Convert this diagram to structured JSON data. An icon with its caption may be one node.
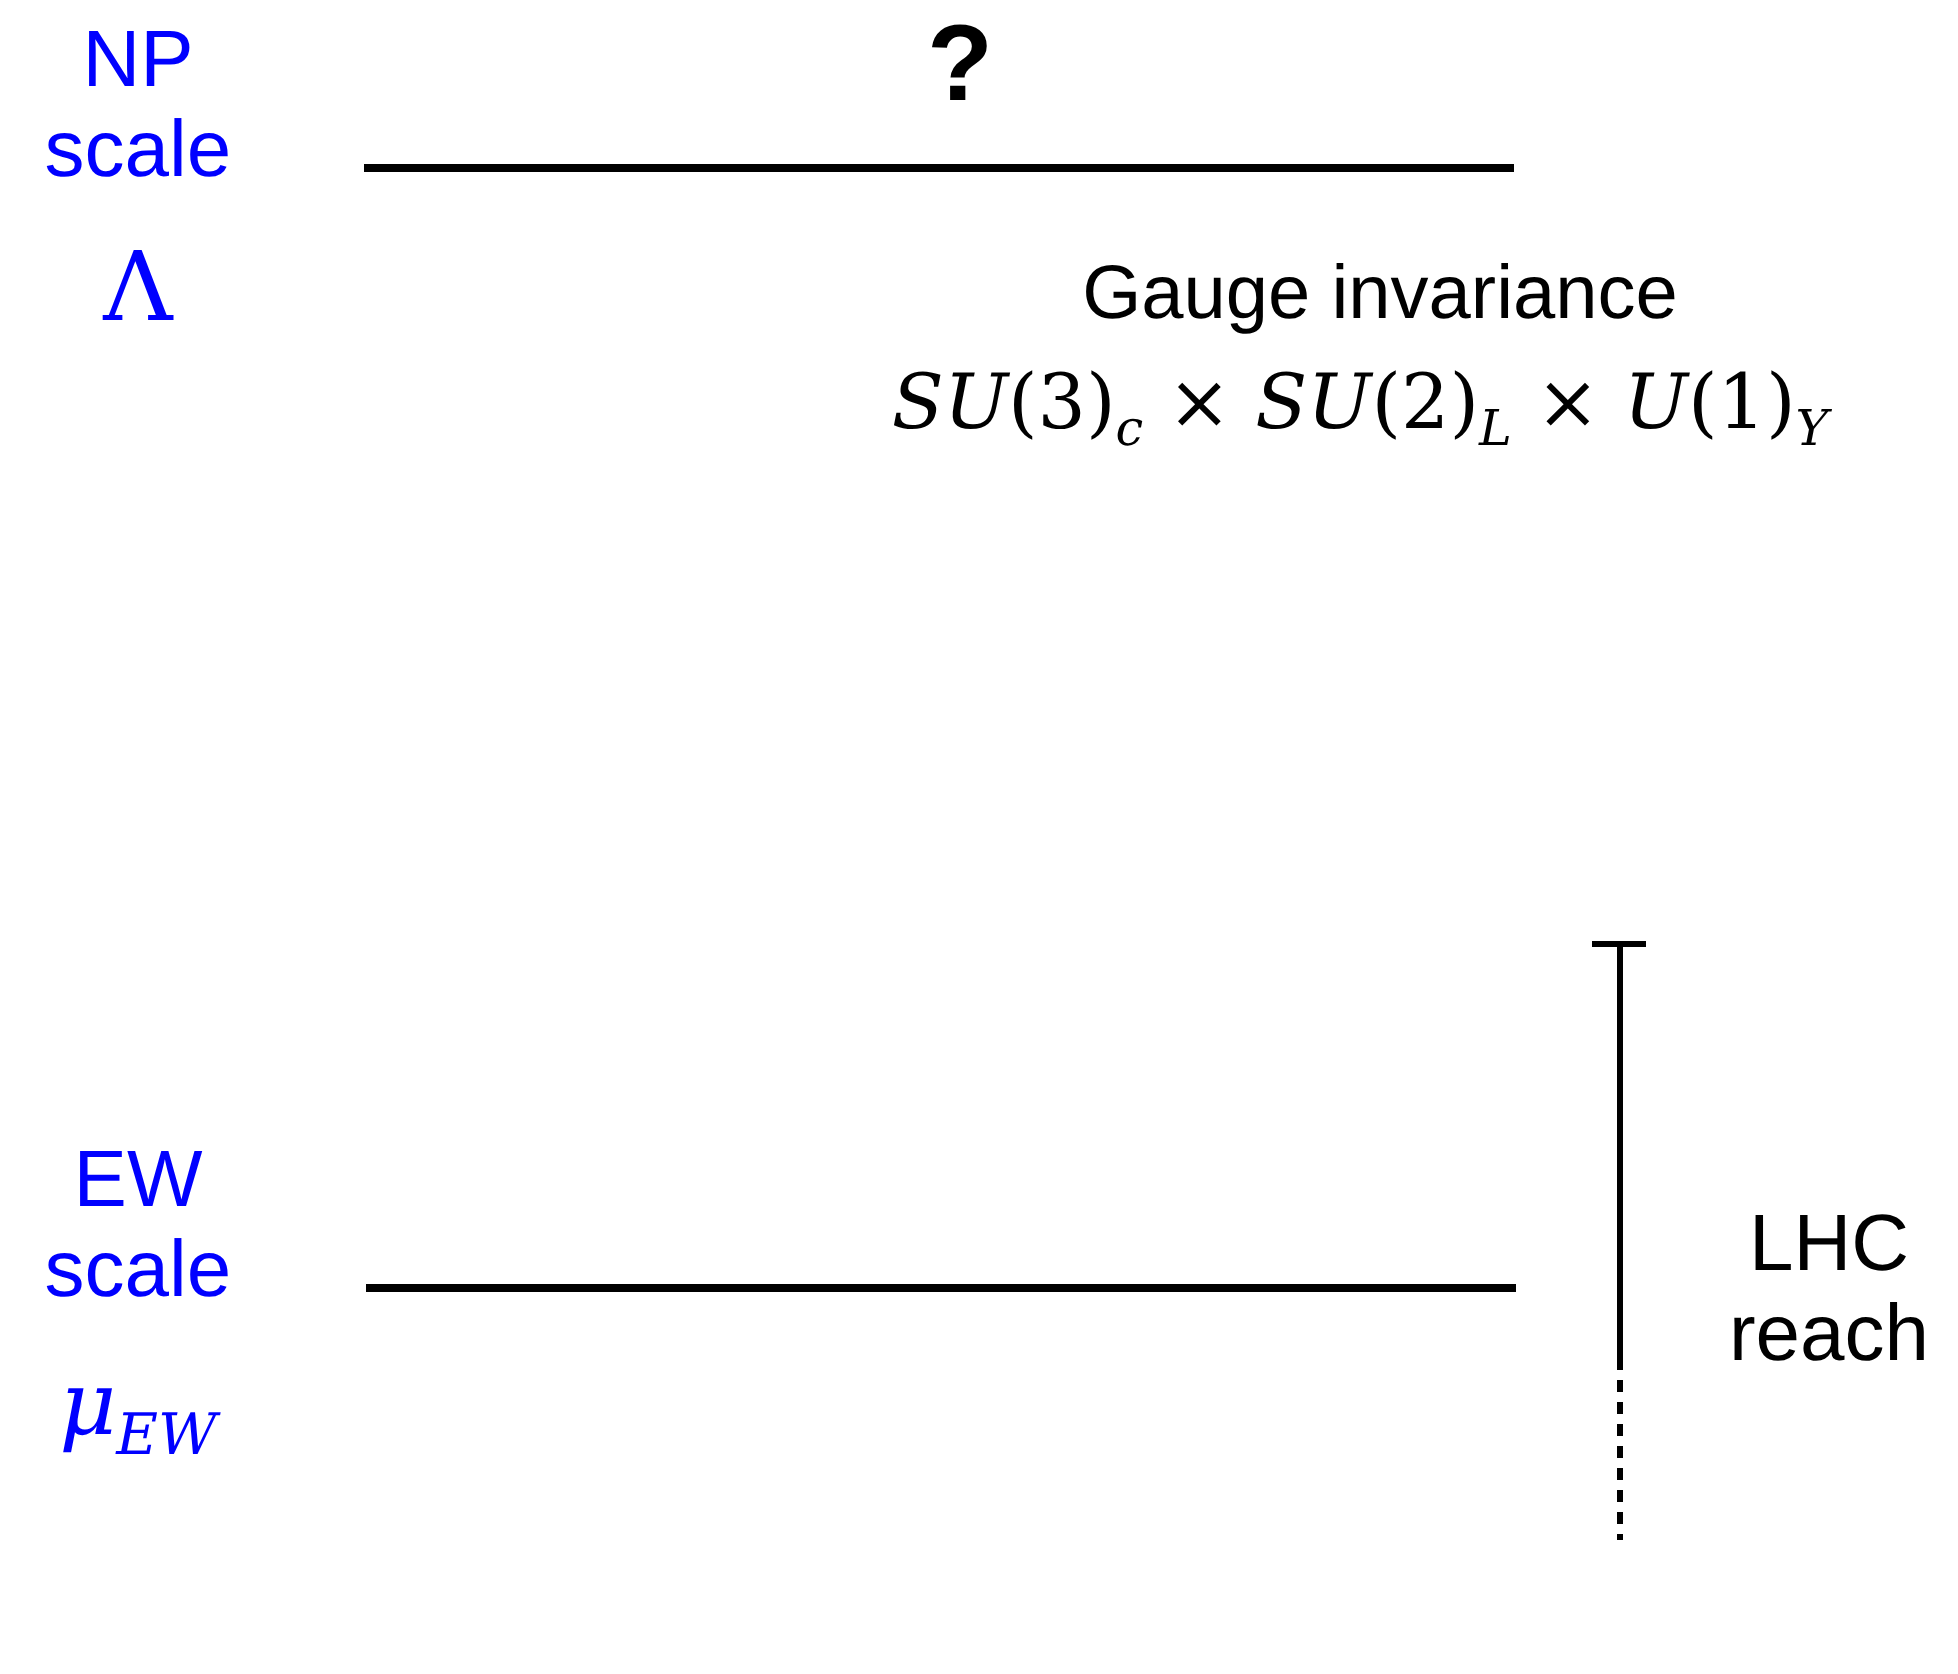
{
  "diagram": {
    "labels": [
      "NP scale",
      "Λ",
      "?",
      "Gauge invariance",
      "*SU*(3)$_{c}$ × *SU*(2)$_{L}$ × *U*(1)$_{Y}$",
      "EW scale",
      "*μ*$_{EW}$",
      "LHC reach"
    ]
  }
}
